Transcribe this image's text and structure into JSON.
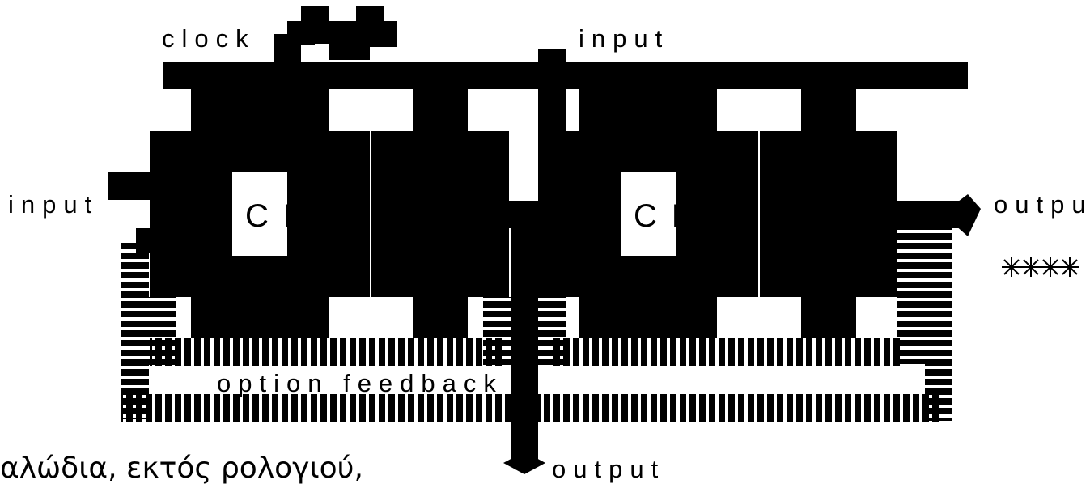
{
  "labels": {
    "clock": "clock",
    "input_top": "input",
    "input_left": "input",
    "output_right": "output",
    "output_bottom": "output",
    "feedback": "option feedback"
  },
  "blocks": [
    {
      "label": "CL"
    },
    {
      "label": "CL"
    }
  ],
  "caption": "αλώδια, εκτός ρολογιού,"
}
